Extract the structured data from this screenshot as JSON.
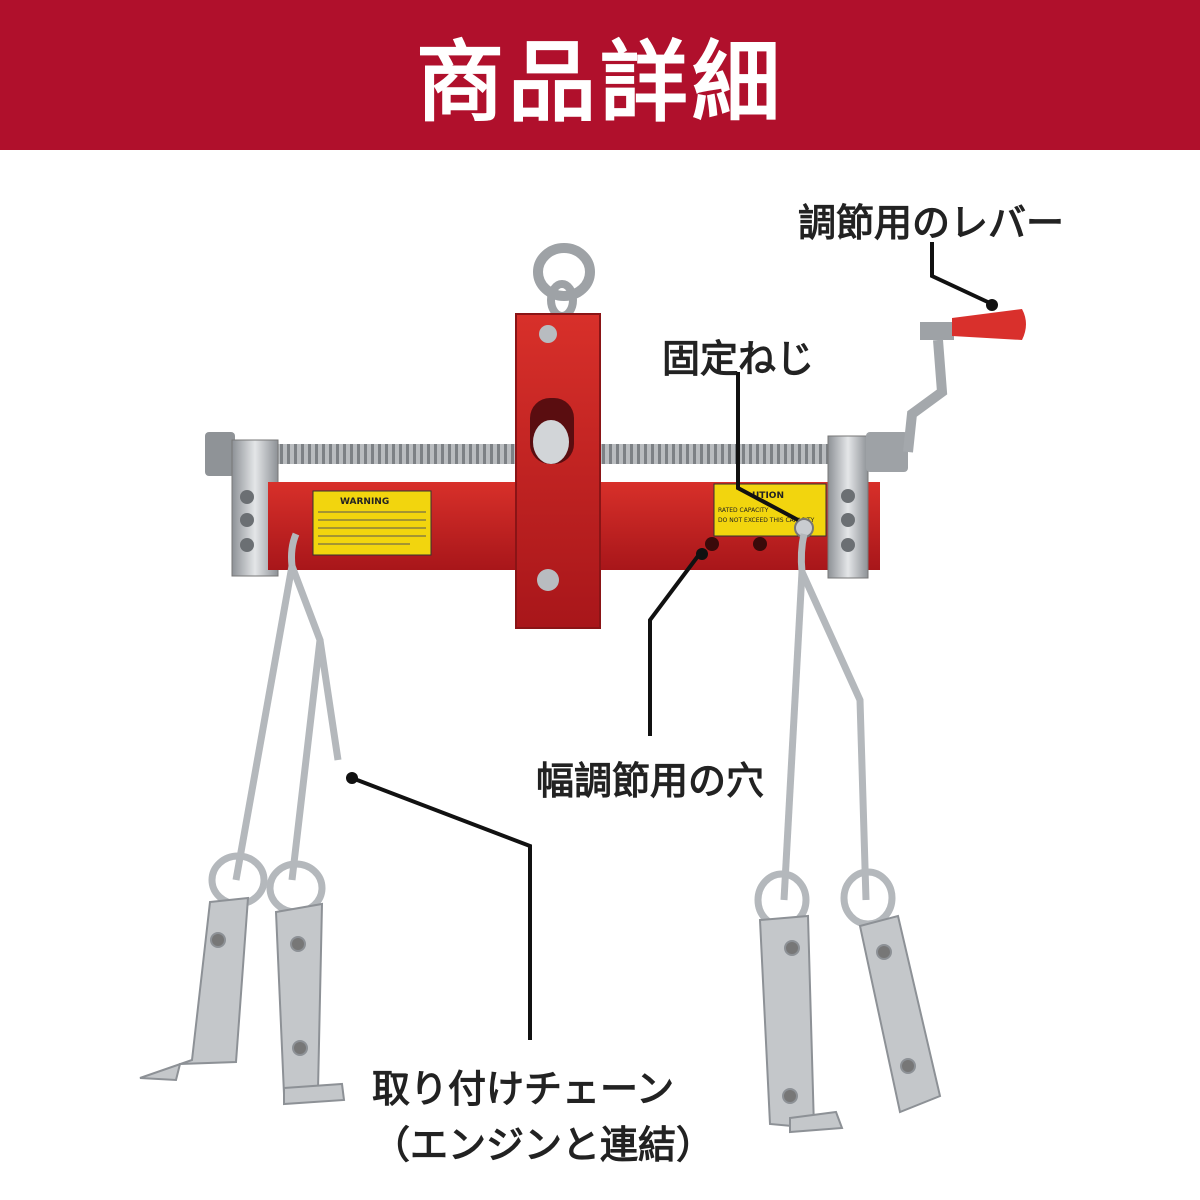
{
  "header": {
    "title": "商品詳細",
    "background": "#b0102c"
  },
  "callouts": {
    "lever": "調節用のレバー",
    "fixing_screw": "固定ねじ",
    "width_holes": "幅調節用の穴",
    "chain_line1": "取り付けチェーン",
    "chain_line2": "（エンジンと連結）"
  },
  "product_stickers": {
    "left_title": "WARNING",
    "right_title": "UTION",
    "right_line1": "RATED CAPACITY",
    "right_line2": "DO NOT EXCEED THIS CAPACITY"
  },
  "colors": {
    "bar": "#c8201f",
    "grip": "#d9302c",
    "sticker": "#f2d50e",
    "metal": "#b8bcc0"
  }
}
